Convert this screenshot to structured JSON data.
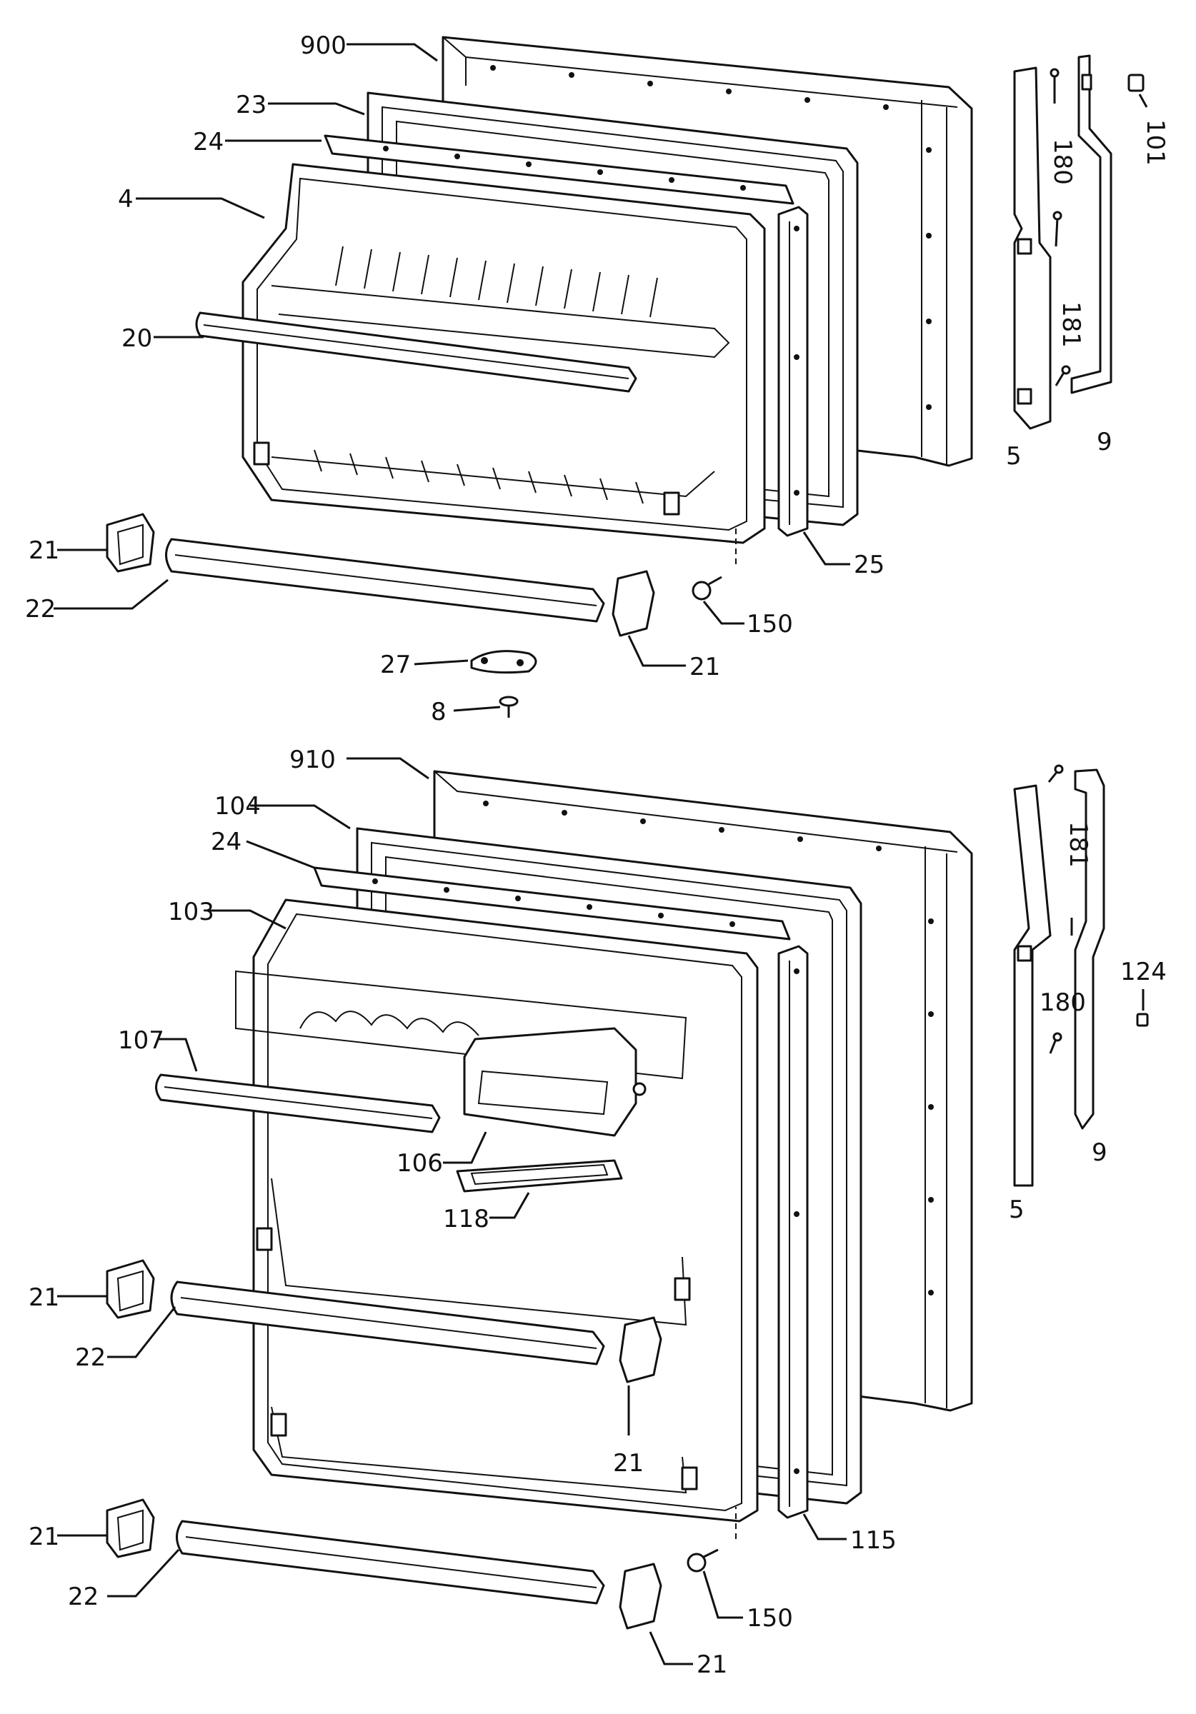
{
  "diagram": {
    "upper_door": {
      "labels": {
        "900": "900",
        "23": "23",
        "24": "24",
        "4": "4",
        "20": "20",
        "21a": "21",
        "22": "22",
        "21b": "21",
        "27": "27",
        "8": "8",
        "150": "150",
        "25": "25",
        "180": "180",
        "101": "101",
        "181": "181",
        "5": "5",
        "9": "9"
      }
    },
    "lower_door": {
      "labels": {
        "910": "910",
        "104": "104",
        "24": "24",
        "103": "103",
        "107": "107",
        "106": "106",
        "118": "118",
        "21a": "21",
        "22a": "22",
        "21b": "21",
        "21c": "21",
        "22b": "22",
        "21d": "21",
        "150": "150",
        "115": "115",
        "181": "181",
        "180": "180",
        "124": "124",
        "5": "5",
        "9": "9"
      }
    }
  }
}
